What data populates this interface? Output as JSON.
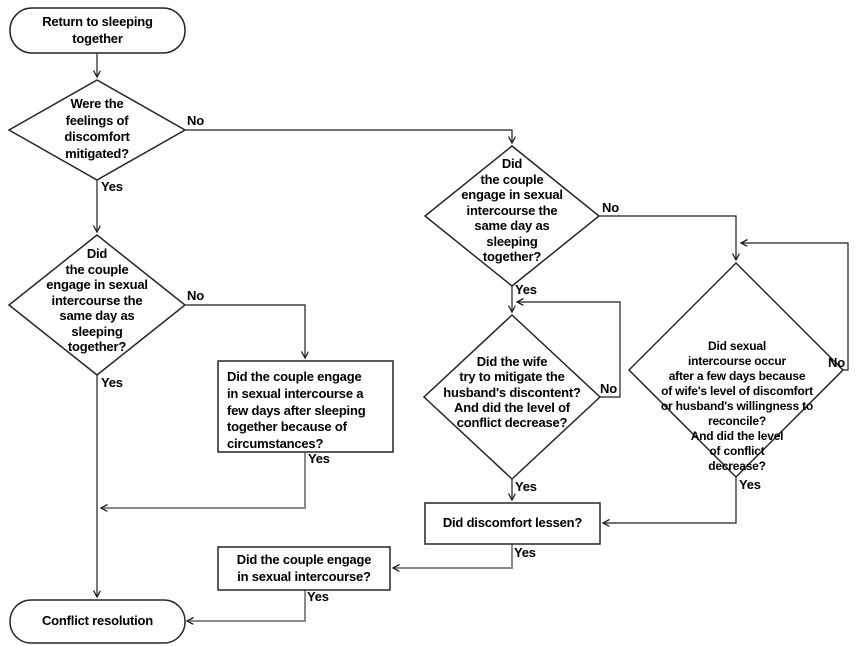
{
  "diagram": {
    "type": "flowchart",
    "colors": {
      "background": "#ffffff",
      "shape_stroke": "#262626",
      "edge_stroke": "#1f1f1f",
      "edge_stroke_gray": "#8a8a8a",
      "text": "#000000"
    },
    "nodes": {
      "start": {
        "label": "Return to sleeping\ntogether",
        "shape": "terminator"
      },
      "d_mitigated": {
        "label": "Were the\nfeelings of\ndiscomfort\nmitigated?",
        "shape": "decision"
      },
      "d_sameday_left": {
        "label": "Did\nthe couple\nengage in sexual\nintercourse the\nsame day as\nsleeping\ntogether?",
        "shape": "decision"
      },
      "p_fewdays": {
        "label": "Did the couple engage\nin sexual intercourse a\nfew days after sleeping\ntogether because of\ncircumstances?",
        "shape": "process"
      },
      "d_sameday_right": {
        "label": "Did\nthe couple\nengage in sexual\nintercourse the\nsame day as\nsleeping\ntogether?",
        "shape": "decision"
      },
      "d_wife": {
        "label": "Did the wife\ntry to mitigate the\nhusband's discontent?\nAnd did the level of\nconflict decrease?",
        "shape": "decision"
      },
      "d_fewdays_right": {
        "label": "Did sexual\nintercourse occur\nafter a few days because\nof wife's level of discomfort\nor husband's willingness to\nreconcile?\nAnd did the level\nof conflict\ndecrease?",
        "shape": "decision"
      },
      "p_lessen": {
        "label": "Did discomfort lessen?",
        "shape": "process"
      },
      "p_intercourse": {
        "label": "Did the couple engage\nin sexual intercourse?",
        "shape": "process"
      },
      "end": {
        "label": "Conflict resolution",
        "shape": "terminator"
      }
    },
    "edge_labels": {
      "mitigated_no": "No",
      "mitigated_yes": "Yes",
      "sameday_left_no": "No",
      "sameday_left_yes": "Yes",
      "fewdays_yes": "Yes",
      "sameday_right_no": "No",
      "sameday_right_yes": "Yes",
      "wife_no": "No",
      "wife_yes": "Yes",
      "fewdays_right_no": "No",
      "fewdays_right_yes": "Yes",
      "lessen_yes": "Yes",
      "intercourse_yes": "Yes"
    }
  }
}
